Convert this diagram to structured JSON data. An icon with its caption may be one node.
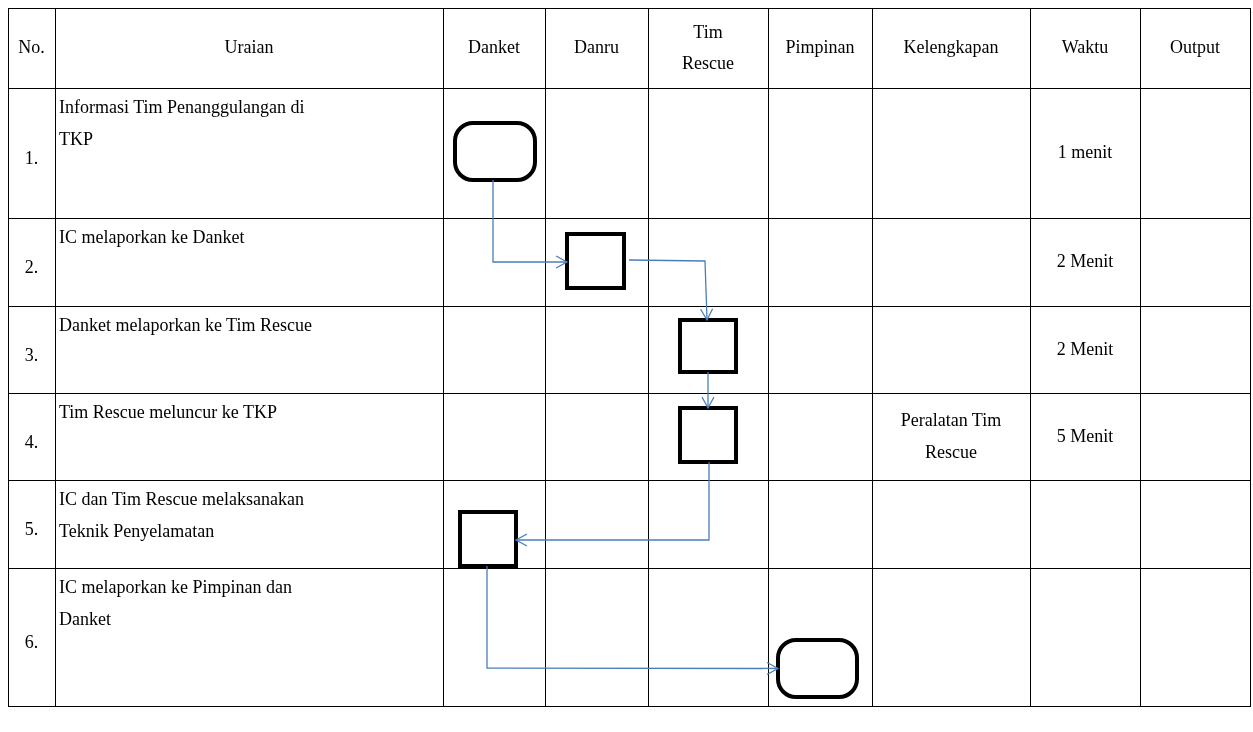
{
  "diagram": {
    "nodes": [
      {
        "text": [],
        "shape": "oval"
      },
      {
        "text": [],
        "shape": "box"
      },
      {
        "text": [],
        "shape": "box"
      },
      {
        "text": [],
        "shape": "box"
      },
      {
        "text": [],
        "shape": "box"
      },
      {
        "text": [],
        "shape": "oval"
      }
    ],
    "edges": [
      {
        "from": 0,
        "to": 1,
        "arrow": "to"
      },
      {
        "from": 1,
        "to": 2,
        "arrow": "to"
      },
      {
        "from": 2,
        "to": 3,
        "arrow": "to"
      },
      {
        "from": 3,
        "to": 4,
        "arrow": "to"
      },
      {
        "from": 4,
        "to": 5,
        "arrow": "to"
      }
    ],
    "labels": [
      "No.",
      "Uraian",
      "Danket",
      "Danru",
      "Tim Rescue",
      "Pimpinan",
      "Kelengkapan",
      "Waktu",
      "Output",
      "1.",
      "Informasi Tim Penanggulangan di TKP",
      "1 menit",
      "2.",
      "IC melaporkan ke Danket",
      "2 Menit",
      "3.",
      "Danket melaporkan ke Tim Rescue",
      "2 Menit",
      "4.",
      "Tim Rescue meluncur ke TKP",
      "Peralatan Tim Rescue",
      "5 Menit",
      "5.",
      "IC dan Tim Rescue melaksanakan Teknik Penyelamatan",
      "6.",
      "IC melaporkan ke Pimpinan dan Danket"
    ]
  }
}
